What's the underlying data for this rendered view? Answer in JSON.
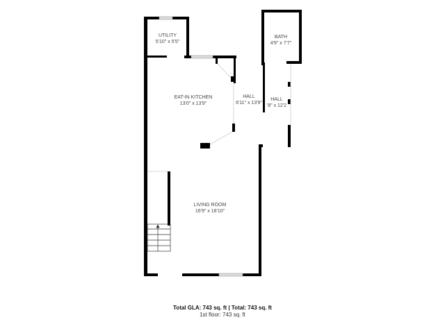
{
  "rooms": [
    {
      "name": "UTILITY",
      "dims": "5'10\" x 5'5\""
    },
    {
      "name": "BATH",
      "dims": "4'9\" x 7'7\""
    },
    {
      "name": "EAT-IN KITCHEN",
      "dims": "13'0\" x 13'9\""
    },
    {
      "name": "HALL",
      "dims": "6'11\" x 13'9\""
    },
    {
      "name": "HALL",
      "dims": "'8\" x 12'2"
    },
    {
      "name": "LIVING ROOM",
      "dims": "16'9\" x 18'10\""
    }
  ],
  "footer": {
    "total_line": "Total GLA: 743 sq. ft | Total: 743 sq. ft",
    "floor_line": "1st floor: 743 sq. ft"
  },
  "colors": {
    "wall": "#000000",
    "window": "#dddddd"
  }
}
